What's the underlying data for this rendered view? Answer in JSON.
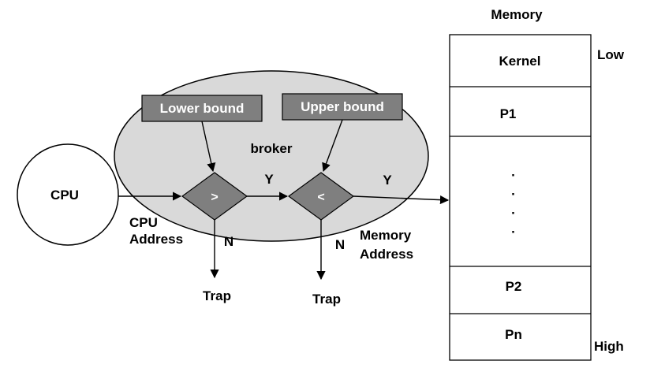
{
  "memory": {
    "title": "Memory",
    "low_label": "Low",
    "high_label": "High",
    "rows": {
      "kernel": "Kernel",
      "p1": "P1",
      "ellipsis": [
        "·",
        "·",
        "·",
        "·"
      ],
      "p2": "P2",
      "pn": "Pn"
    }
  },
  "cpu": {
    "label": "CPU",
    "address_label_line1": "CPU",
    "address_label_line2": "Address"
  },
  "broker": {
    "label": "broker",
    "lower_bound": "Lower bound",
    "upper_bound": "Upper bound",
    "compare_gt": ">",
    "compare_lt": "<"
  },
  "flow": {
    "yes_1": "Y",
    "yes_2": "Y",
    "no_1": "N",
    "no_2": "N",
    "trap_1": "Trap",
    "trap_2": "Trap",
    "memory_address_line1": "Memory",
    "memory_address_line2": "Address"
  },
  "colors": {
    "broker_fill": "#d9d9d9",
    "box_fill": "#7f7f7f",
    "diamond_fill": "#7f7f7f"
  }
}
